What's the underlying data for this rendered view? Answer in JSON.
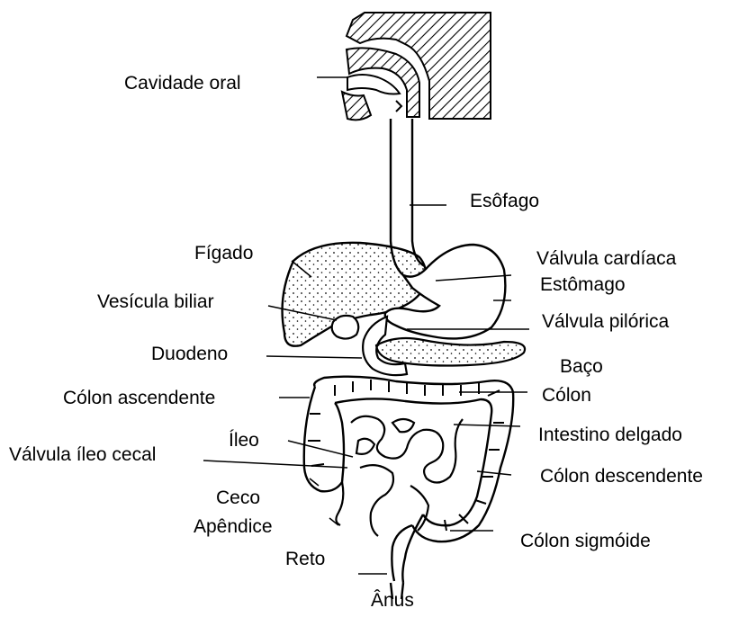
{
  "labels": {
    "cavidade_oral": "Cavidade oral",
    "esofago": "Esôfago",
    "figado": "Fígado",
    "valvula_cardiaca": "Válvula cardíaca",
    "estomago": "Estômago",
    "vesicula_biliar": "Vesícula biliar",
    "valvula_pilorica": "Válvula pilórica",
    "duodeno": "Duodeno",
    "baco": "Baço",
    "colon_ascendente": "Cólon ascendente",
    "colon": "Cólon",
    "ileo": "Íleo",
    "intestino_delgado": "Intestino delgado",
    "valvula_ileo_cecal": "Válvula íleo cecal",
    "colon_descendente": "Cólon descendente",
    "ceco": "Ceco",
    "apendice": "Apêndice",
    "colon_sigmoide": "Cólon sigmóide",
    "reto": "Reto",
    "anus": "Ânus"
  },
  "colors": {
    "ink": "#000000",
    "background": "#ffffff"
  }
}
